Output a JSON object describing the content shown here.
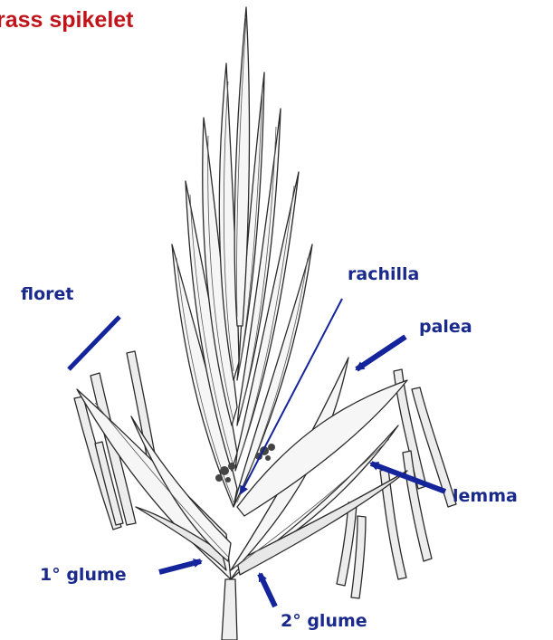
{
  "title": "rass spikelet",
  "labels": {
    "floret": "floret",
    "rachilla": "rachilla",
    "palea": "palea",
    "lemma": "lemma",
    "glume1": "1° glume",
    "glume2": "2° glume"
  },
  "colors": {
    "title": "#c0141a",
    "label": "#1a2a8c",
    "arrow": "#14249a",
    "ink": "#2a2a2a"
  }
}
